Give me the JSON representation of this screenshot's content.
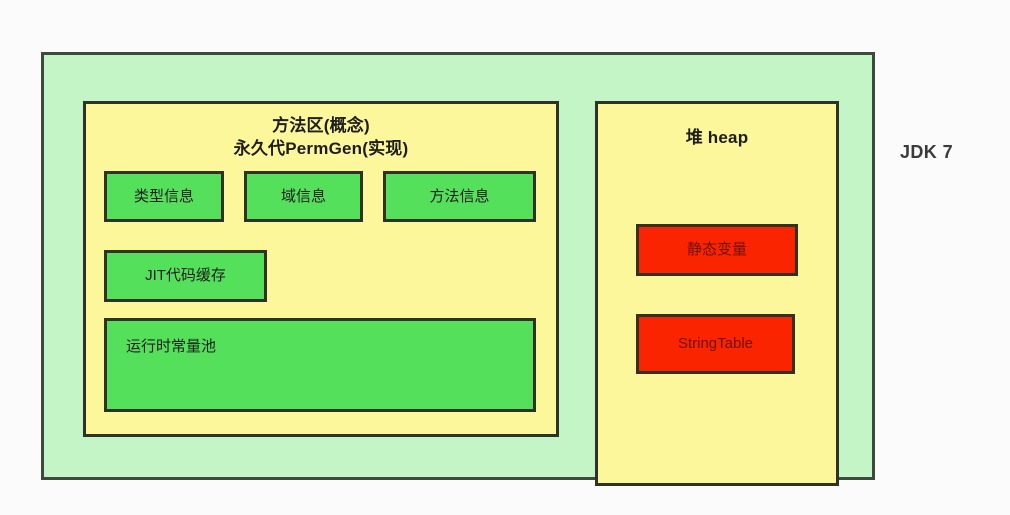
{
  "diagram": {
    "caption": "JDK 7",
    "runtime_area": {
      "name": "runtime-data-area",
      "fill": "#c4f5c6",
      "border": "#3d4a3d"
    },
    "method_area": {
      "title_line1": "方法区(概念)",
      "title_line2": "永久代PermGen(实现)",
      "fill": "#fdf79b",
      "children": [
        {
          "label": "类型信息",
          "fill": "#55e05c",
          "align": "center"
        },
        {
          "label": "域信息",
          "fill": "#55e05c",
          "align": "center"
        },
        {
          "label": "方法信息",
          "fill": "#55e05c",
          "align": "center"
        },
        {
          "label": "JIT代码缓存",
          "fill": "#55e05c",
          "align": "center"
        },
        {
          "label": "运行时常量池",
          "fill": "#55e05c",
          "align": "top-left"
        }
      ]
    },
    "heap_area": {
      "title": "堆 heap",
      "fill": "#fdf79b",
      "children": [
        {
          "label": "静态变量",
          "fill": "#fa2400",
          "align": "center"
        },
        {
          "label": "StringTable",
          "fill": "#fa2400",
          "align": "center"
        }
      ]
    }
  }
}
